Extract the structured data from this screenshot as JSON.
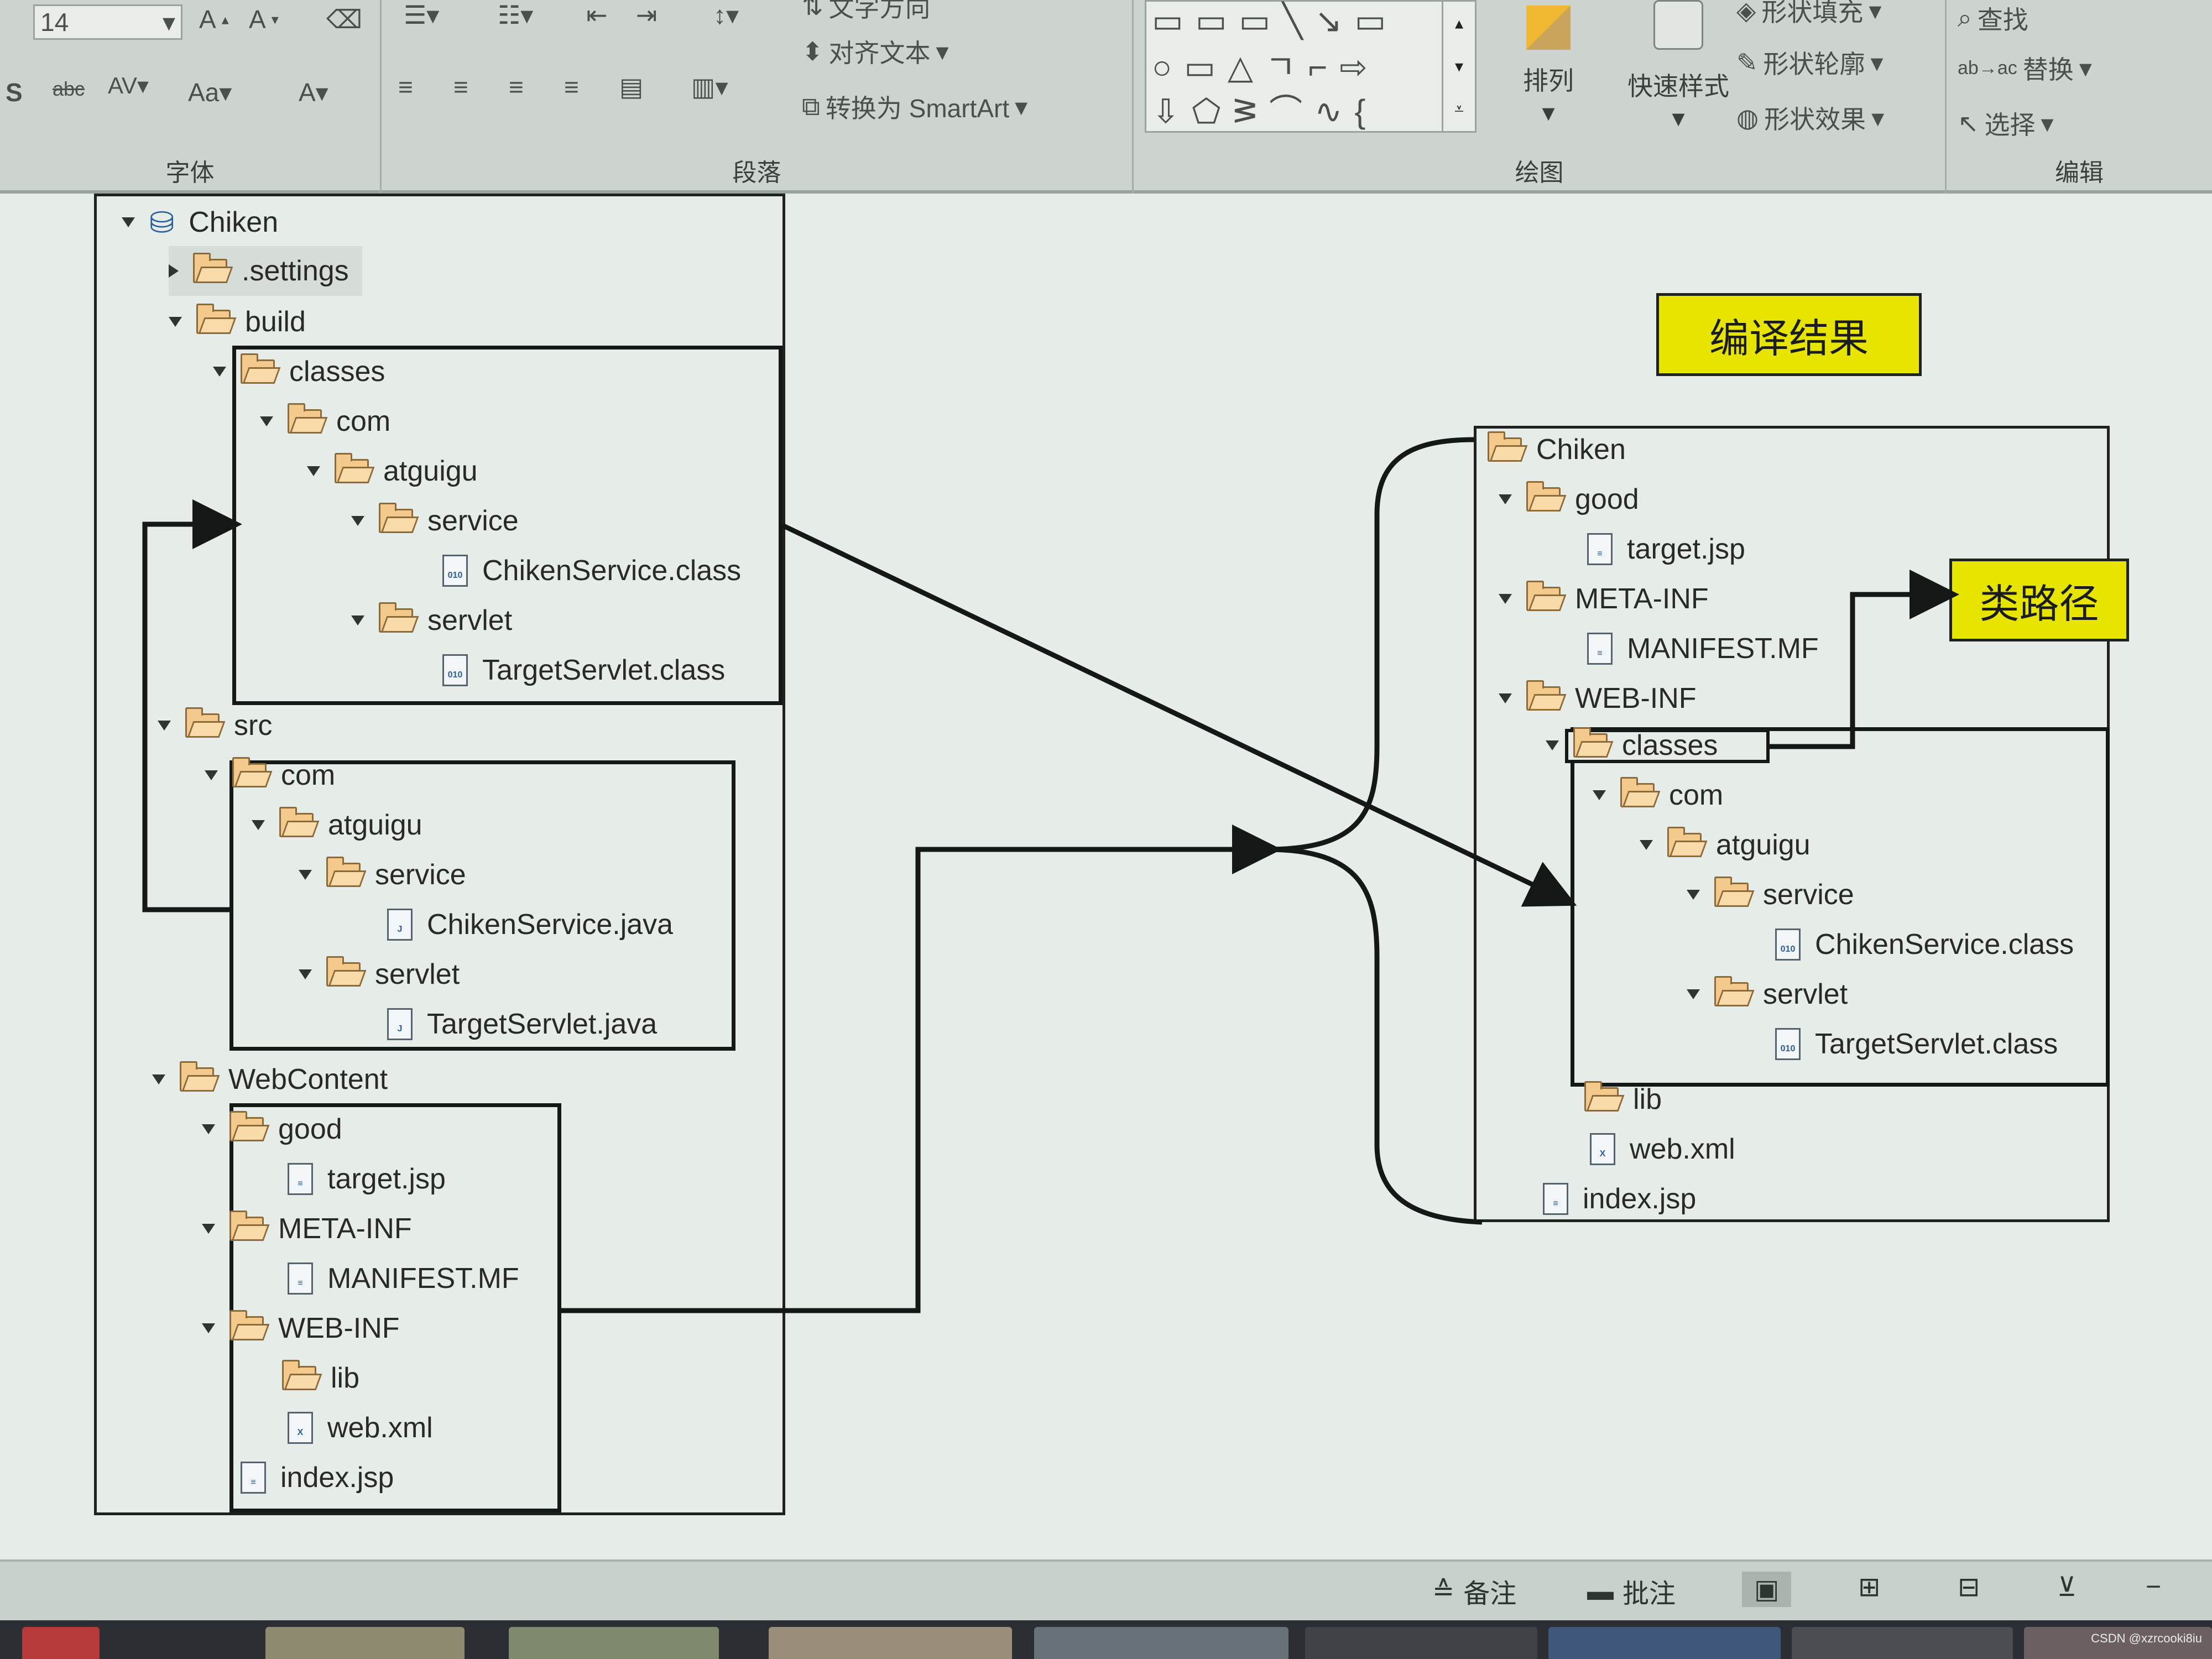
{
  "ribbon": {
    "font_size": "14",
    "font_group_label": "字体",
    "paragraph_group_label": "段落",
    "text_direction": "文字方向",
    "align_text": "对齐文本",
    "convert_smartart": "转换为 SmartArt",
    "drawing_group_label": "绘图",
    "arrange": "排列",
    "quick_styles": "快速样式",
    "shape_fill": "形状填充",
    "shape_outline": "形状轮廓",
    "shape_effects": "形状效果",
    "edit_group_label": "编辑",
    "find": "查找",
    "replace": "替换",
    "select": "选择"
  },
  "diagram": {
    "source_tree": {
      "root": "Chiken",
      "settings": ".settings",
      "build": "build",
      "classes": "classes",
      "com": "com",
      "atguigu": "atguigu",
      "service": "service",
      "service_class": "ChikenService.class",
      "servlet": "servlet",
      "servlet_class": "TargetServlet.class",
      "src": "src",
      "service_java": "ChikenService.java",
      "servlet_java": "TargetServlet.java",
      "webcontent": "WebContent",
      "good": "good",
      "target_jsp": "target.jsp",
      "meta_inf": "META-INF",
      "manifest": "MANIFEST.MF",
      "web_inf": "WEB-INF",
      "lib": "lib",
      "web_xml": "web.xml",
      "index_jsp": "index.jsp"
    },
    "compile_label": "编译结果",
    "classpath_label": "类路径",
    "output_tree": {
      "root": "Chiken",
      "good": "good",
      "target_jsp": "target.jsp",
      "meta_inf": "META-INF",
      "manifest": "MANIFEST.MF",
      "web_inf": "WEB-INF",
      "classes": "classes",
      "com": "com",
      "atguigu": "atguigu",
      "service": "service",
      "service_class": "ChikenService.class",
      "servlet": "servlet",
      "servlet_class": "TargetServlet.class",
      "lib": "lib",
      "web_xml": "web.xml",
      "index_jsp": "index.jsp"
    },
    "colors": {
      "callout": "#e7e400",
      "folder": "#f4c98c",
      "border": "#1d221f"
    }
  },
  "status": {
    "notes": "备注",
    "comments": "批注",
    "watermark": "CSDN @xzrcooki8iu"
  }
}
